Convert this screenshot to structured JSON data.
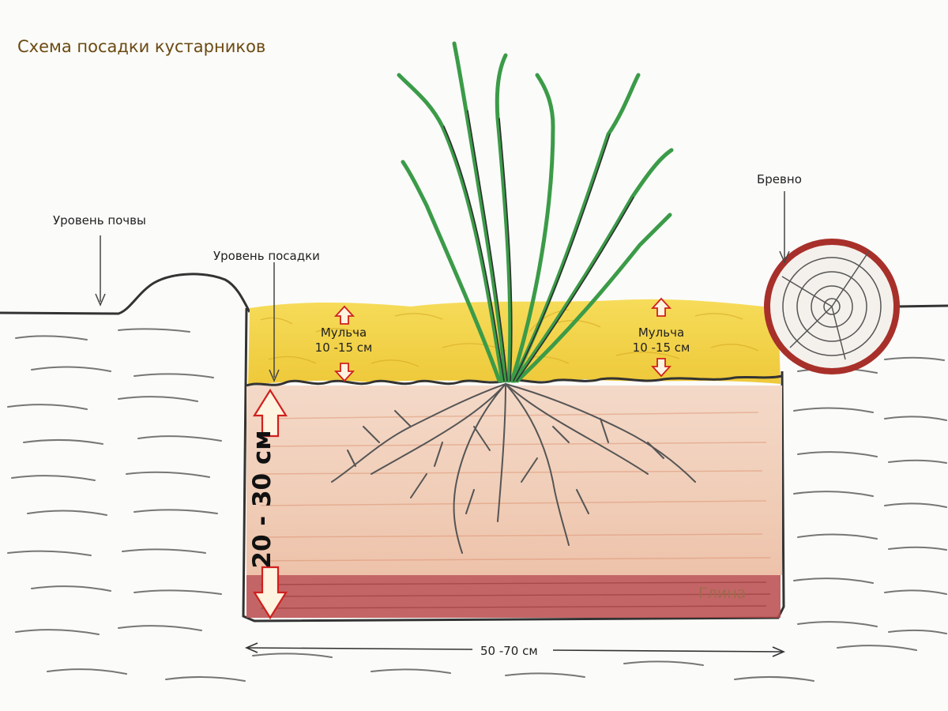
{
  "title": "Схема посадки кустарников",
  "labels": {
    "soil_level": "Уровень почвы",
    "planting_level": "Уровень посадки",
    "log": "Бревно",
    "mulch_left": [
      "Мульча",
      "10 -15 см"
    ],
    "mulch_right": [
      "Мульча",
      "10 -15 см"
    ],
    "depth": "20 - 30 см",
    "clay": "Глина",
    "width": "50 -70 см"
  },
  "colors": {
    "mulch": "#f0d23a",
    "soil": "#f1cdb8",
    "clay": "#b8454a",
    "leaves": "#3f9a4a",
    "arrow_outline": "#d0201e",
    "log_ring": "#a8302a",
    "title": "#6b4a12"
  }
}
